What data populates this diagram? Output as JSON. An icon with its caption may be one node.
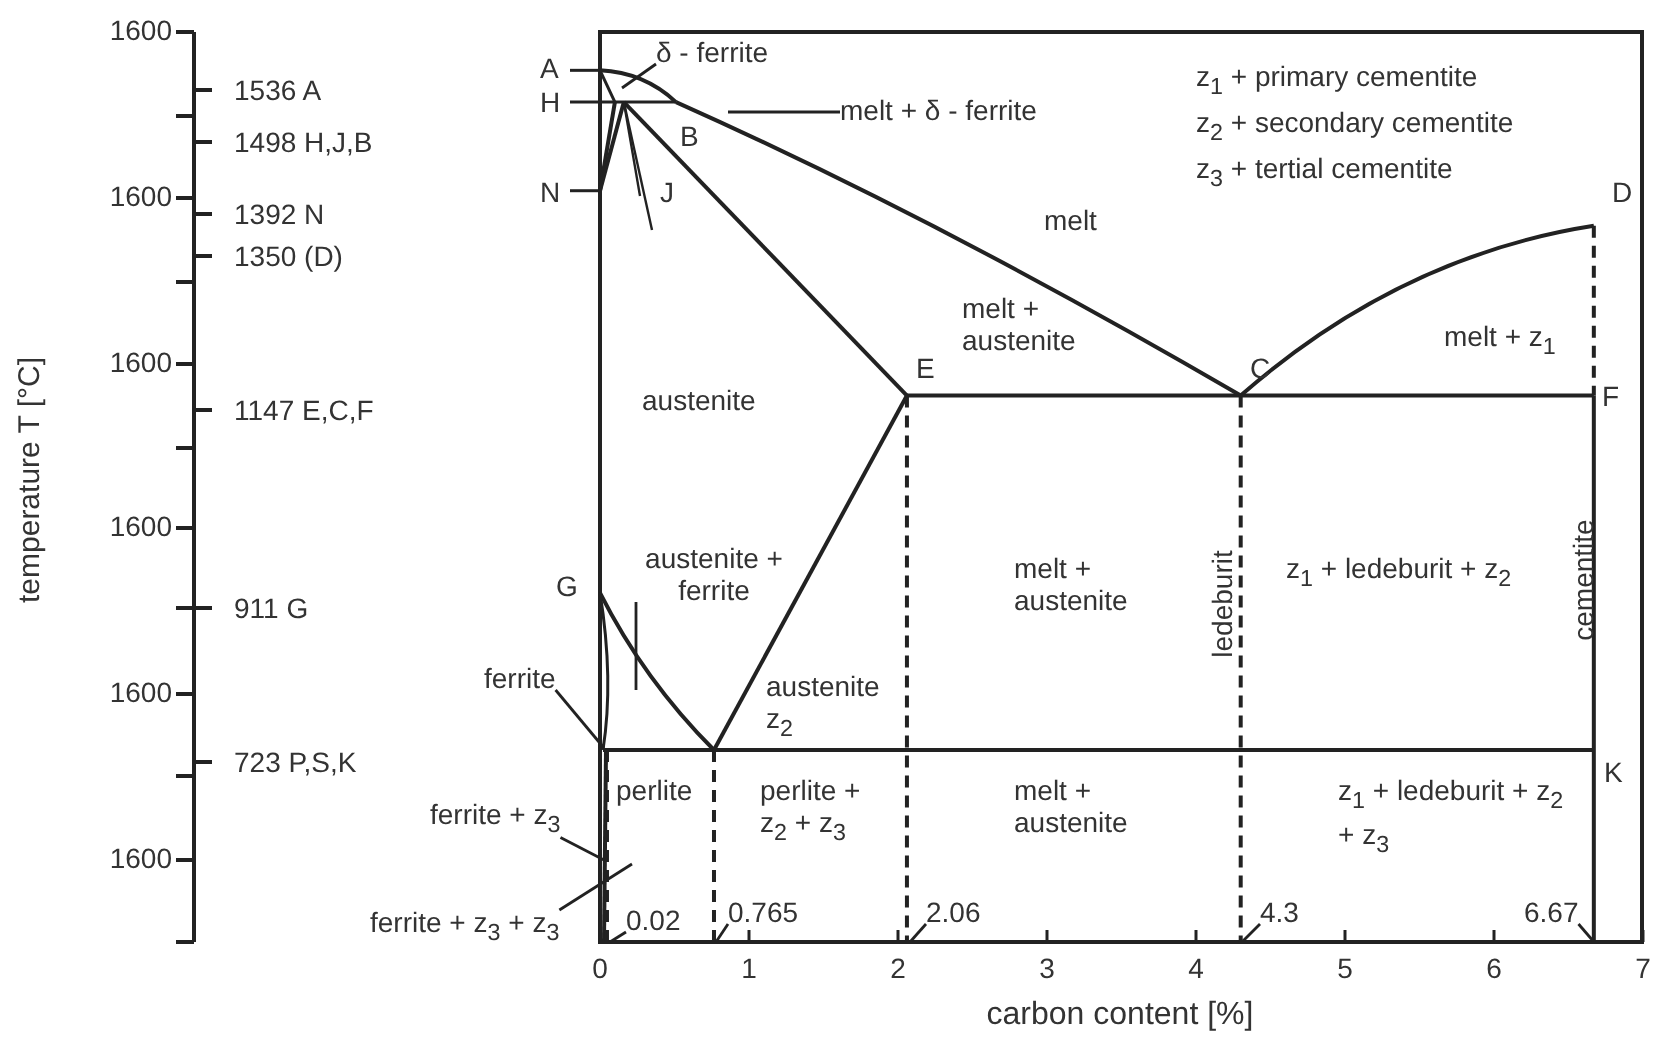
{
  "diagram": {
    "nodes": [
      {
        "text": [
          "δ - ferrite"
        ]
      },
      {
        "text": [
          "melt + δ - ferrite"
        ]
      },
      {
        "text": [
          "austenite + ferrite"
        ]
      },
      {
        "text": [
          "ferrite"
        ]
      },
      {
        "text": [
          "ferrite + z$_{3}$"
        ]
      },
      {
        "text": [
          "ferrite + z$_{3}$ + z$_{3}$"
        ]
      },
      {
        "text": [
          "0.02"
        ]
      },
      {
        "text": [
          "0.765"
        ]
      },
      {
        "text": [
          "2.06"
        ]
      },
      {
        "text": [
          "4.3"
        ]
      },
      {
        "text": [
          "6.67"
        ]
      }
    ],
    "edges": [
      {
        "from": 0,
        "to": null,
        "arrow": "none"
      },
      {
        "from": 1,
        "to": null,
        "arrow": "none"
      },
      {
        "from": 2,
        "to": null,
        "arrow": "none"
      },
      {
        "from": 3,
        "to": null,
        "arrow": "none"
      },
      {
        "from": 4,
        "to": null,
        "arrow": "none"
      },
      {
        "from": 5,
        "to": null,
        "arrow": "none"
      },
      {
        "from": 6,
        "to": null,
        "arrow": "none"
      },
      {
        "from": 7,
        "to": null,
        "arrow": "none"
      },
      {
        "from": 8,
        "to": null,
        "arrow": "none"
      },
      {
        "from": 9,
        "to": null,
        "arrow": "none"
      },
      {
        "from": 10,
        "to": null,
        "arrow": "none"
      }
    ],
    "labels": [
      "1600",
      "1536 A",
      "1498 H,J,B",
      "1600",
      "1392 N",
      "1350 (D)",
      "1600",
      "1147 E,C,F",
      "1600",
      "911 G",
      "1600",
      "723 P,S,K",
      "1600",
      "temperature T [°C]",
      "A",
      "H",
      "z$_{1}$ + primary cementite",
      "z$_{2}$ + secondary cementite",
      "z$_{3}$ + tertial cementite",
      "B",
      "N",
      "J",
      "D",
      "melt",
      "melt + austenite",
      "E",
      "C",
      "melt + z$_{1}$",
      "austenite",
      "F",
      "G",
      "austenite z$_{2}$",
      "melt + austenite",
      "ledeburit",
      "z$_{1}$ + ledeburit + z$_{2}$",
      "cementite",
      "K",
      "perlite",
      "perlite + z$_{2}$ + z$_{3}$",
      "melt + austenite",
      "z$_{1}$ + ledeburit + z$_{2}$ + z$_{3}$",
      "0",
      "1",
      "2",
      "3",
      "4",
      "5",
      "6",
      "7",
      "carbon content [%]"
    ]
  }
}
